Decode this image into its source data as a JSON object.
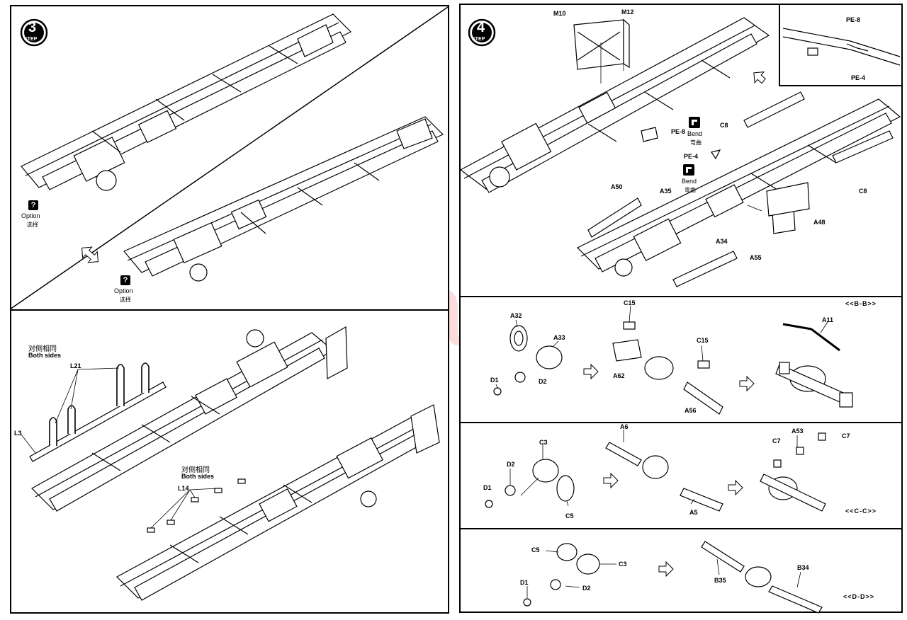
{
  "watermark": "modelartikl.cz",
  "step3": {
    "number": "3",
    "step_word": "STEP",
    "option_label": "Option",
    "option_cn": "选择",
    "option_label_2": "Option",
    "option_cn_2": "选择"
  },
  "step4": {
    "number": "4",
    "step_word": "STEP",
    "parts": {
      "m10": "M10",
      "m12": "M12",
      "pe8": "PE-8",
      "pe4": "PE-4",
      "c8a": "C8",
      "c8b": "C8",
      "a50": "A50",
      "a35": "A35",
      "a34": "A34",
      "a55": "A55",
      "a48": "A48"
    },
    "bend_label": "Bend",
    "bend_cn": "弯曲",
    "bend_label_2": "Bend",
    "bend_cn_2": "弯曲",
    "inset": {
      "pe8": "PE-8",
      "pe4": "PE-4"
    }
  },
  "lower_left": {
    "both_sides_cn": "对侧相同",
    "both_sides": "Both sides",
    "both_sides_cn_2": "对侧相同",
    "both_sides_2": "Both sides",
    "l21": "L21",
    "l3": "L3",
    "l14": "L14"
  },
  "section_bb": {
    "tag": "<<B-B>>",
    "parts": {
      "a32": "A32",
      "a33": "A33",
      "d1": "D1",
      "d2": "D2",
      "c15a": "C15",
      "a62": "A62",
      "c15b": "C15",
      "a56": "A56",
      "a11": "A11"
    }
  },
  "section_cc": {
    "tag": "<<C-C>>",
    "parts": {
      "c3": "C3",
      "d2": "D2",
      "d1": "D1",
      "c5": "C5",
      "a6": "A6",
      "a5": "A5",
      "c7a": "C7",
      "a53": "A53",
      "c7b": "C7"
    }
  },
  "section_dd": {
    "tag": "<<D-D>>",
    "parts": {
      "c5": "C5",
      "c3": "C3",
      "d1": "D1",
      "d2": "D2",
      "b35": "B35",
      "b34": "B34"
    }
  }
}
